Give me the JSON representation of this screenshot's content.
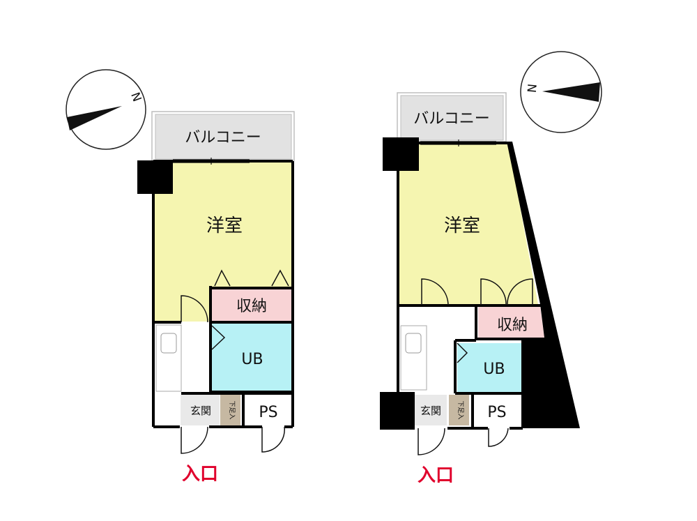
{
  "colors": {
    "wall": "#000000",
    "western_room": "#f5f5b0",
    "storage": "#f8d3d5",
    "bath": "#b7f1f5",
    "balcony": "#e2e2e2",
    "genkan_floor": "#e9e9e9",
    "shoe_box": "#c6b8a2",
    "entrance_text": "#e0002c"
  },
  "plans": [
    {
      "compass_label": "N",
      "balcony_label": "バルコニー",
      "western_room_label": "洋室",
      "storage_label": "収納",
      "bath_label": "UB",
      "genkan_label": "玄関",
      "shoe_box_label": "下足入",
      "ps_label": "PS",
      "entrance_label": "入口"
    },
    {
      "compass_label": "N",
      "balcony_label": "バルコニー",
      "western_room_label": "洋室",
      "storage_label": "収納",
      "bath_label": "UB",
      "genkan_label": "玄関",
      "shoe_box_label": "下足入",
      "ps_label": "PS",
      "entrance_label": "入口"
    }
  ]
}
